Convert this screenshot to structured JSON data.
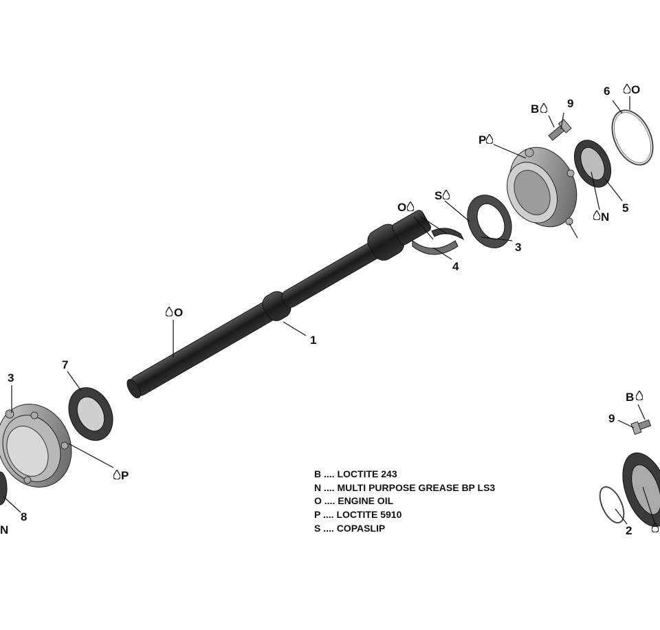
{
  "diagram": {
    "callouts": {
      "c1": "1",
      "c2": "2",
      "c3_top": "3",
      "c3_left": "3",
      "c4": "4",
      "c5": "5",
      "c6": "6",
      "c7": "7",
      "c8": "8",
      "c9_top": "9",
      "c9_right": "9"
    },
    "lubricant_marks": {
      "o_shaft": "O",
      "o_bearing": "O",
      "o_ring": "O",
      "s_bearing": "S",
      "p_top": "P",
      "p_left": "P",
      "n_top": "N",
      "n_left": "N",
      "b_top": "B",
      "b_right": "B"
    },
    "legend": [
      {
        "code": "B",
        "sep": " .... ",
        "text": "LOCTITE 243"
      },
      {
        "code": "N",
        "sep": " .... ",
        "text": "MULTI PURPOSE GREASE BP LS3"
      },
      {
        "code": "O",
        "sep": " .... ",
        "text": "ENGINE OIL"
      },
      {
        "code": "P",
        "sep": " .... ",
        "text": "LOCTITE 5910"
      },
      {
        "code": "S",
        "sep": " .... ",
        "text": "COPASLIP"
      }
    ]
  }
}
